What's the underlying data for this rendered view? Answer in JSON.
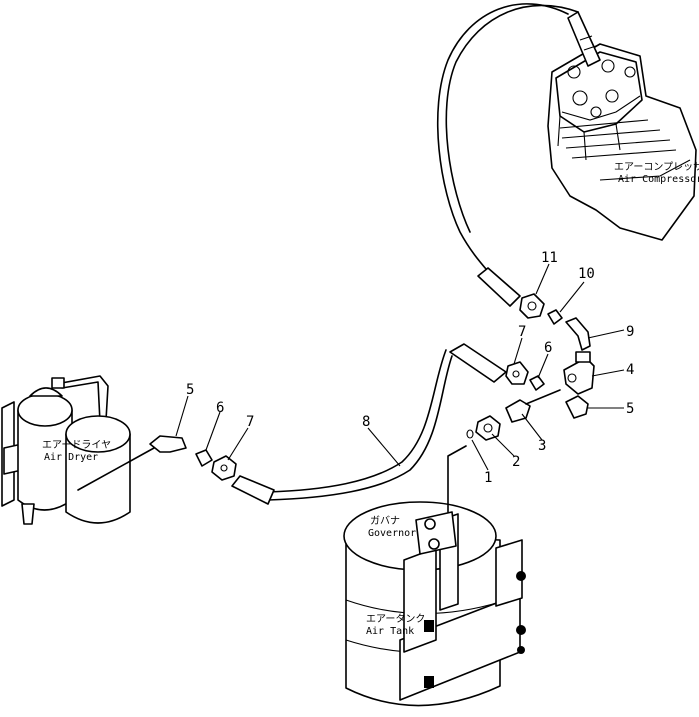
{
  "components": {
    "air_compressor": {
      "label_jp": "エアーコンプレッサ",
      "label_en": "Air Compressor"
    },
    "air_dryer": {
      "label_jp": "エアードライヤ",
      "label_en": "Air Dryer"
    },
    "governor": {
      "label_jp": "ガバナ",
      "label_en": "Governor"
    },
    "air_tank": {
      "label_jp": "エアータンク",
      "label_en": "Air Tank"
    }
  },
  "callouts": {
    "c1": "1",
    "c2": "2",
    "c3": "3",
    "c4": "4",
    "c5_right": "5",
    "c5_left": "5",
    "c6_right": "6",
    "c6_left": "6",
    "c7_right": "7",
    "c7_left": "7",
    "c8": "8",
    "c9": "9",
    "c10": "10",
    "c11": "11"
  }
}
